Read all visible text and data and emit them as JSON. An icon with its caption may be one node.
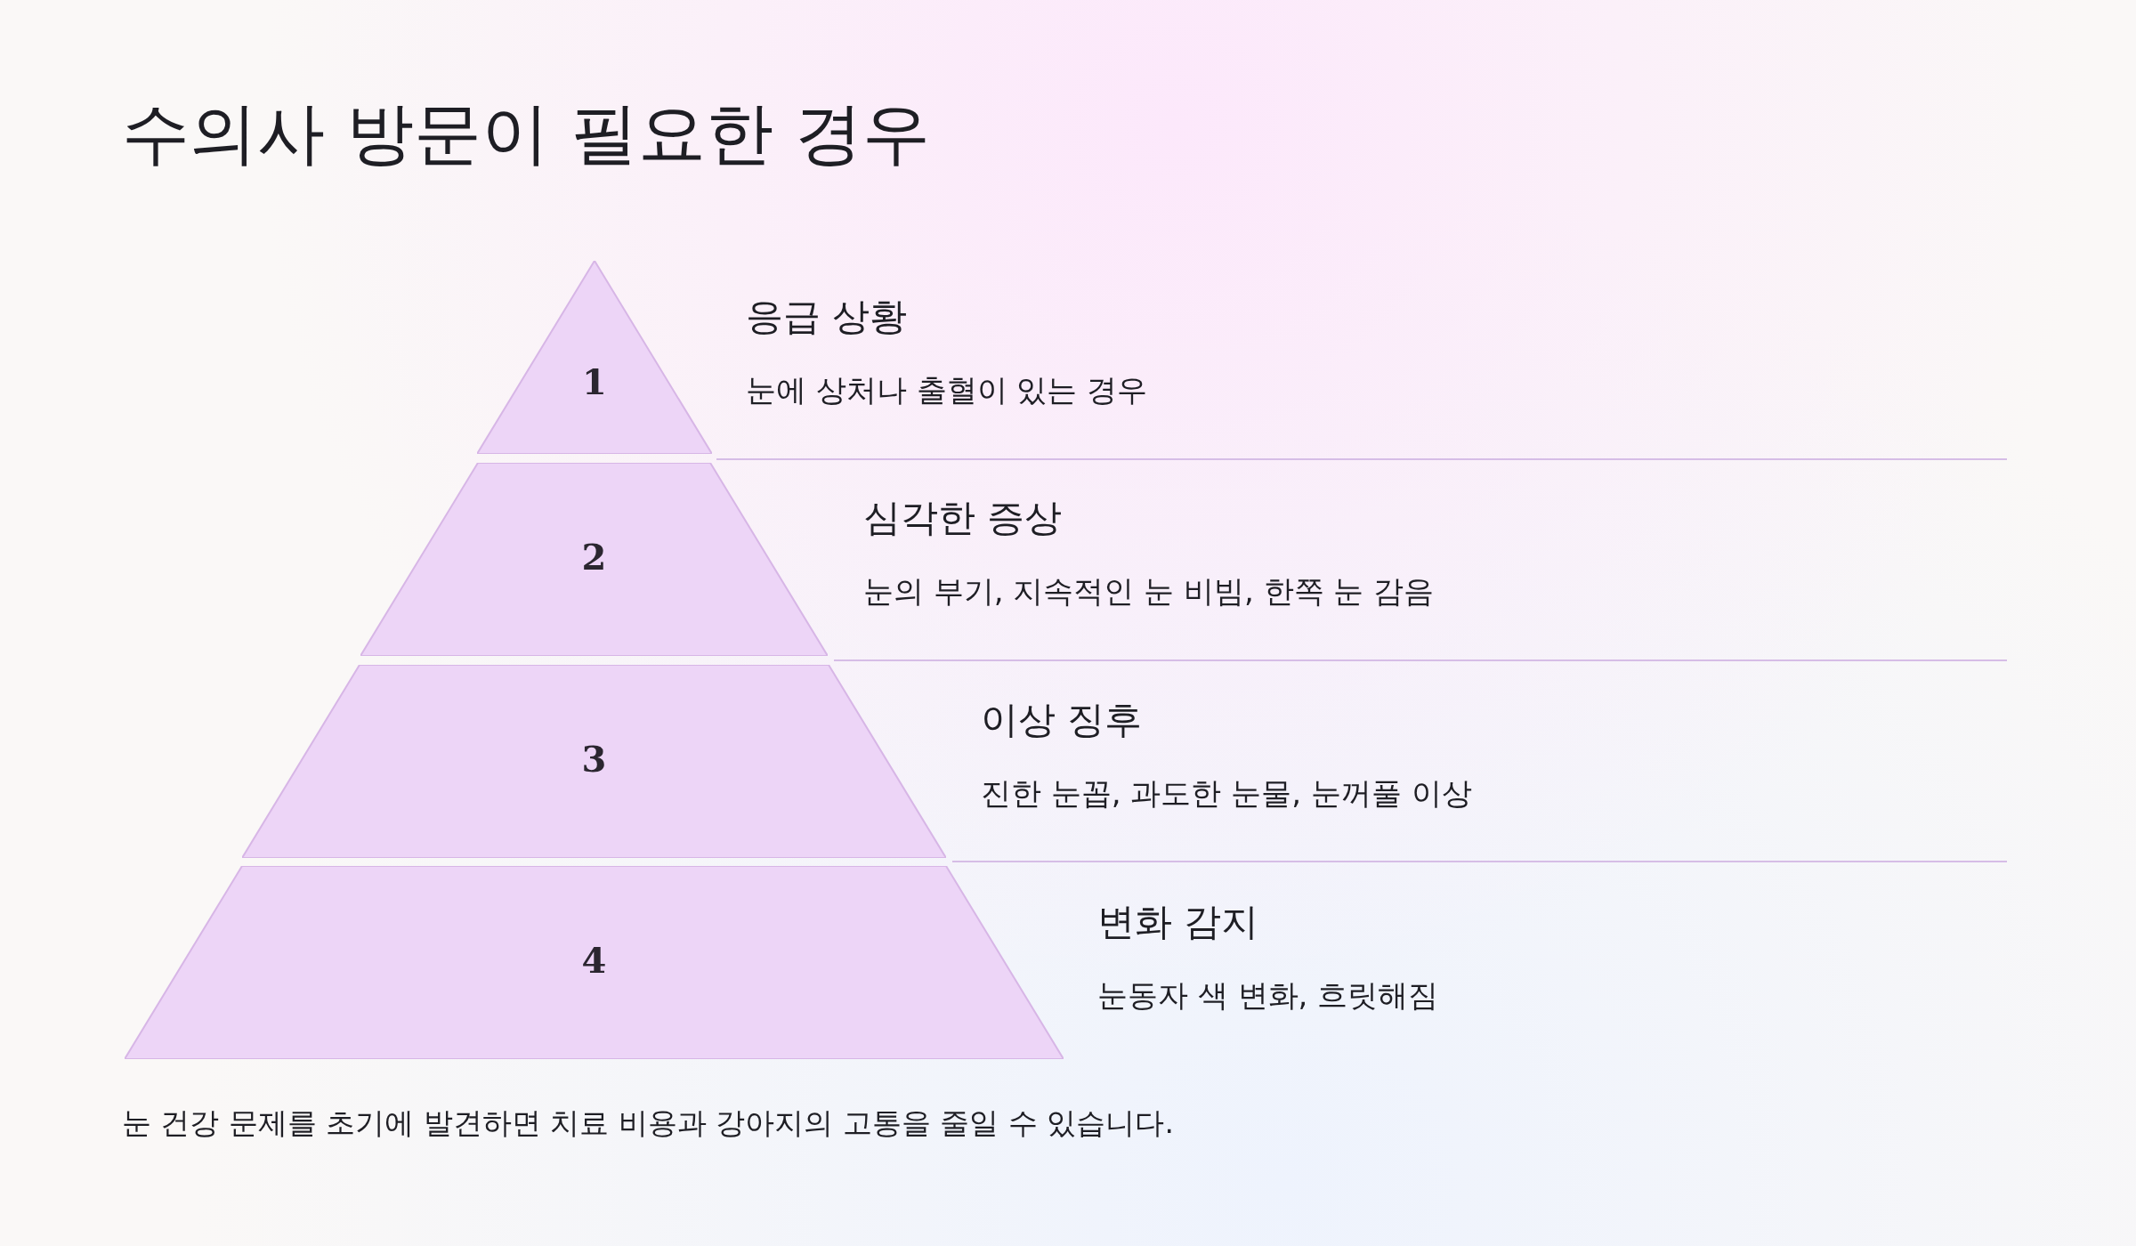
{
  "diagram": {
    "title": "수의사 방문이 필요한 경우",
    "caption": "눈 건강 문제를 초기에 발견하면 치료 비용과 강아지의 고통을 줄일 수 있습니다.",
    "nodes": [
      {
        "text": [
          "1"
        ],
        "beside": [
          "응급 상황",
          "눈에 상처나 출혈이 있는 경우"
        ]
      },
      {
        "text": [
          "2"
        ],
        "beside": [
          "심각한 증상",
          "눈의 부기, 지속적인 눈 비빔, 한쪽 눈 감음"
        ]
      },
      {
        "text": [
          "3"
        ],
        "beside": [
          "이상 징후",
          "진한 눈꼽, 과도한 눈물, 눈꺼풀 이상"
        ]
      },
      {
        "text": [
          "4"
        ],
        "beside": [
          "변화 감지",
          "눈동자 색 변화, 흐릿해짐"
        ]
      }
    ],
    "edges": []
  }
}
